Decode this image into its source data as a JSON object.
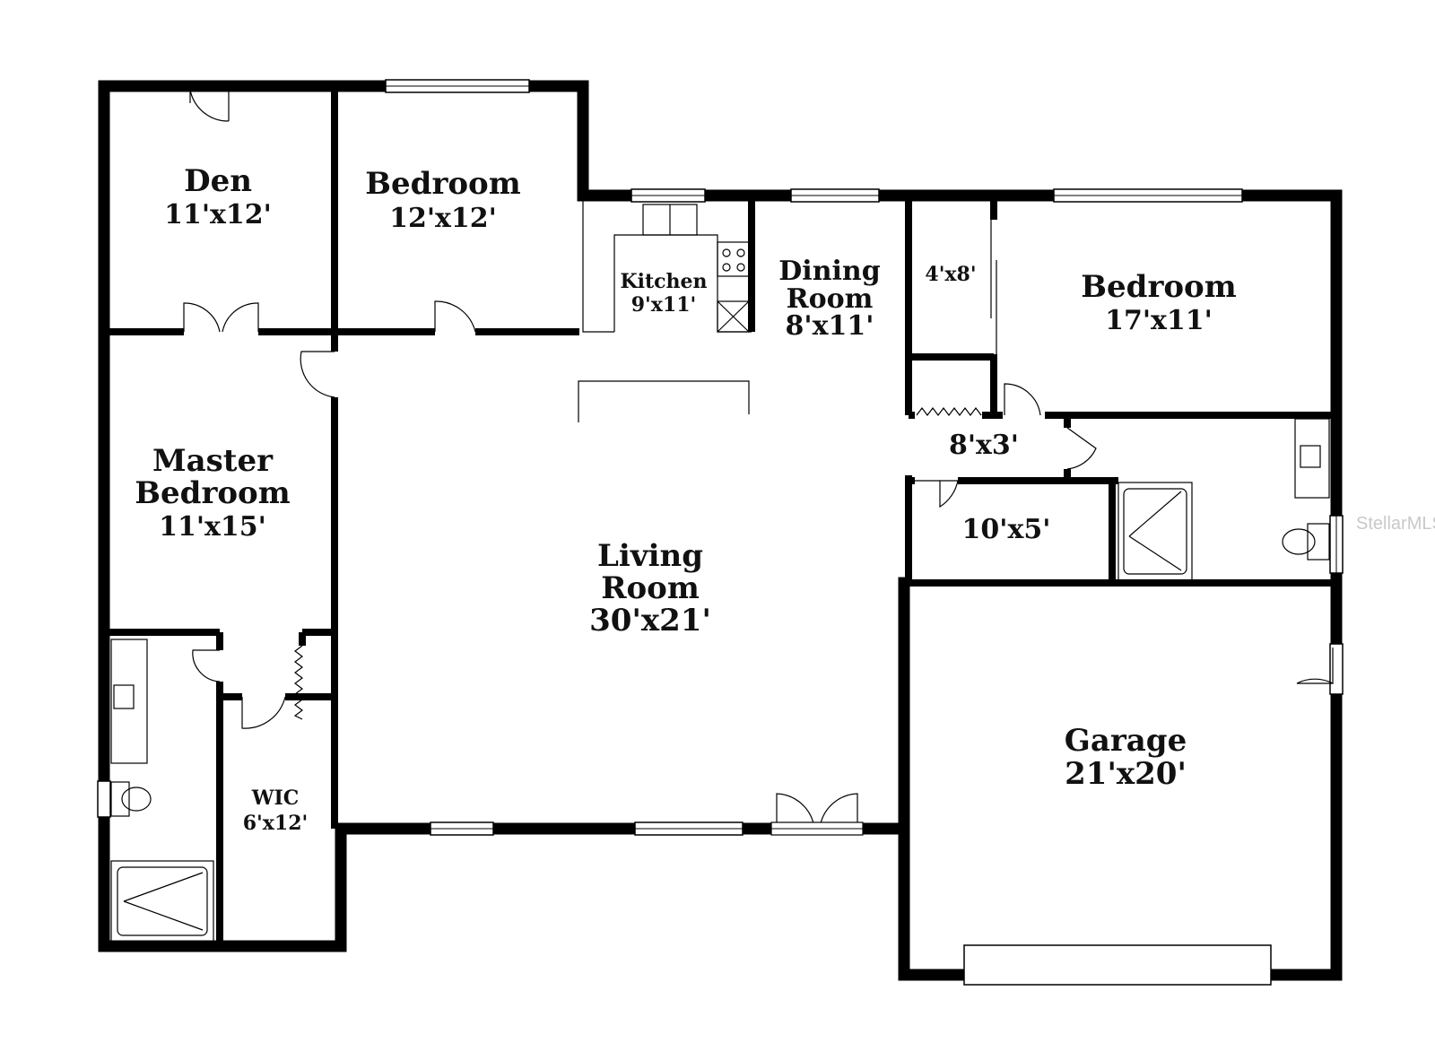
{
  "rooms": {
    "den": {
      "name": "Den",
      "size": "11'x12'"
    },
    "bedroom_top": {
      "name": "Bedroom",
      "size": "12'x12'"
    },
    "kitchen": {
      "name": "Kitchen",
      "size": "9'x11'"
    },
    "dining": {
      "name1": "Dining",
      "name2": "Room",
      "size": "8'x11'"
    },
    "closet_4x8": {
      "size": "4'x8'"
    },
    "bedroom_right": {
      "name": "Bedroom",
      "size": "17'x11'"
    },
    "hall_8x3": {
      "size": "8'x3'"
    },
    "room_10x5": {
      "size": "10'x5'"
    },
    "master": {
      "name1": "Master",
      "name2": "Bedroom",
      "size": "11'x15'"
    },
    "living": {
      "name1": "Living",
      "name2": "Room",
      "size": "30'x21'"
    },
    "wic": {
      "name": "WIC",
      "size": "6'x12'"
    },
    "garage": {
      "name": "Garage",
      "size": "21'x20'"
    }
  },
  "watermark": "StellarMLS"
}
